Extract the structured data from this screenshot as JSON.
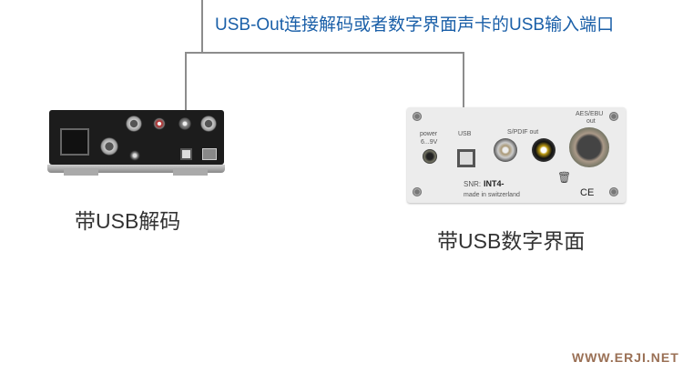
{
  "headline": "USB-Out连接解码或者数字界面声卡的USB输入端口",
  "left_device": {
    "label": "带USB解码"
  },
  "right_device": {
    "label": "带USB数字界面",
    "ports": {
      "power": "power",
      "power_v": "6...9V",
      "usb": "USB",
      "spdif": "S/PDIF out",
      "aes": "AES/EBU",
      "aes_out": "out"
    },
    "snr": "SNR:",
    "serial": "INT4-",
    "made_in": "made in switzerland",
    "ce": "CE"
  },
  "watermark": "WWW.ERJI.NET",
  "colors": {
    "headline": "#1a5fa8",
    "connector_line": "#8c8c8c"
  }
}
